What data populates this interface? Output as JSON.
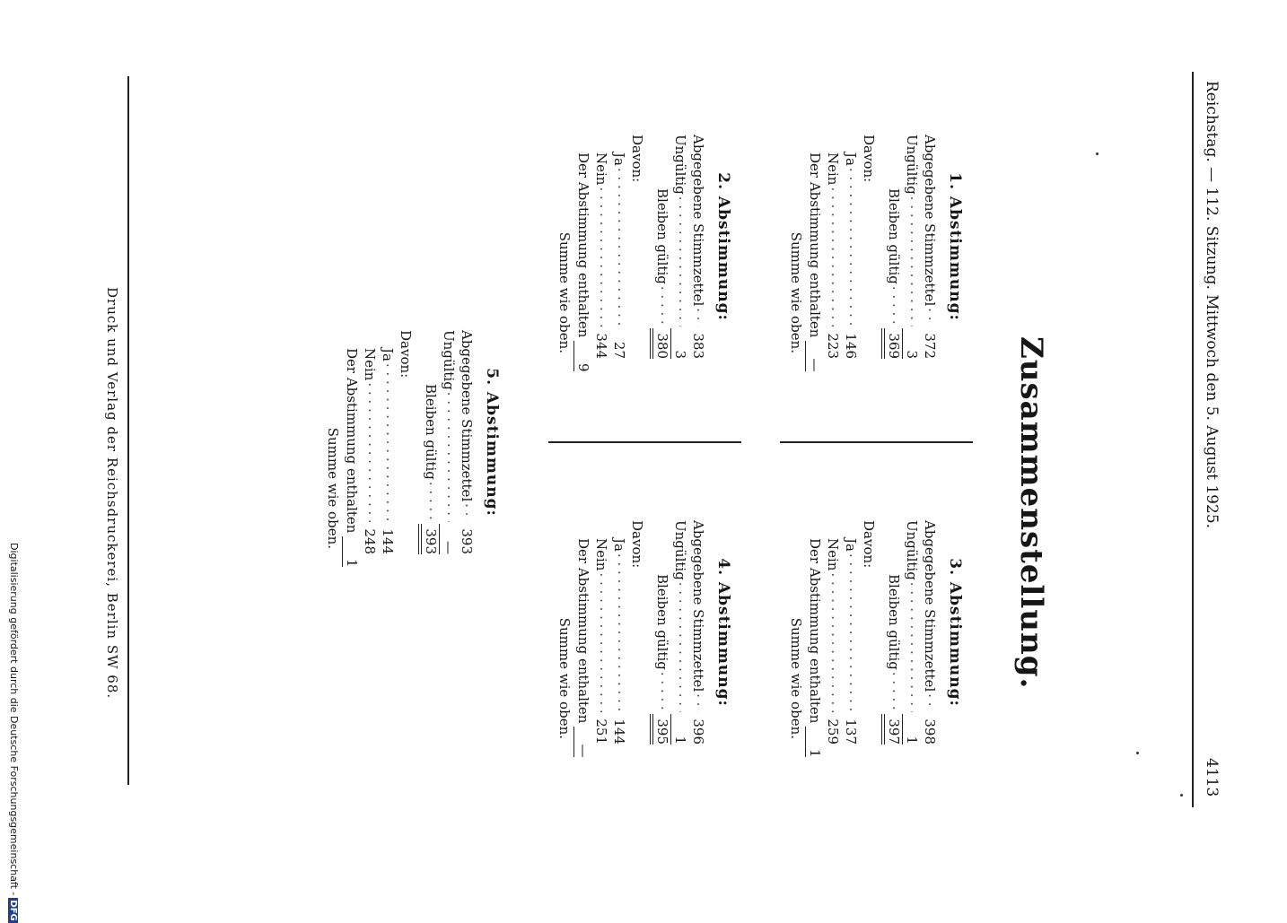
{
  "header": {
    "running_head": "Reichstag. — 112. Sitzung. Mittwoch den 5. August 1925.",
    "page_number": "4113"
  },
  "title": "Zusammenstellung.",
  "labels": {
    "abgegeben": "Abgegebene Stimmzettel",
    "ungueltig": "Ungültig",
    "bleiben": "Bleiben gültig",
    "davon": "Davon:",
    "ja": "Ja",
    "nein": "Nein",
    "enthalten": "Der Abstimmung enthalten",
    "summe": "Summe wie oben."
  },
  "votes": [
    {
      "heading": "1. Abstimmung:",
      "abgegeben": "372",
      "ungueltig": "3",
      "gueltig": "369",
      "ja": "146",
      "nein": "223",
      "enthalten": "—"
    },
    {
      "heading": "2. Abstimmung:",
      "abgegeben": "383",
      "ungueltig": "3",
      "gueltig": "380",
      "ja": "27",
      "nein": "344",
      "enthalten": "9"
    },
    {
      "heading": "3. Abstimmung:",
      "abgegeben": "398",
      "ungueltig": "1",
      "gueltig": "397",
      "ja": "137",
      "nein": "259",
      "enthalten": "1"
    },
    {
      "heading": "4. Abstimmung:",
      "abgegeben": "396",
      "ungueltig": "1",
      "gueltig": "395",
      "ja": "144",
      "nein": "251",
      "enthalten": "—"
    },
    {
      "heading": "5. Abstimmung:",
      "abgegeben": "393",
      "ungueltig": "—",
      "gueltig": "393",
      "ja": "144",
      "nein": "248",
      "enthalten": "1"
    }
  ],
  "footer": "Druck und Verlag der Reichsdruckerei, Berlin SW 68.",
  "digitization": {
    "text": "Digitalisierung gefördert durch die Deutsche Forschungsgemeinschaft -",
    "logo": "DFG",
    "logo_color": "#1f3f8f"
  }
}
